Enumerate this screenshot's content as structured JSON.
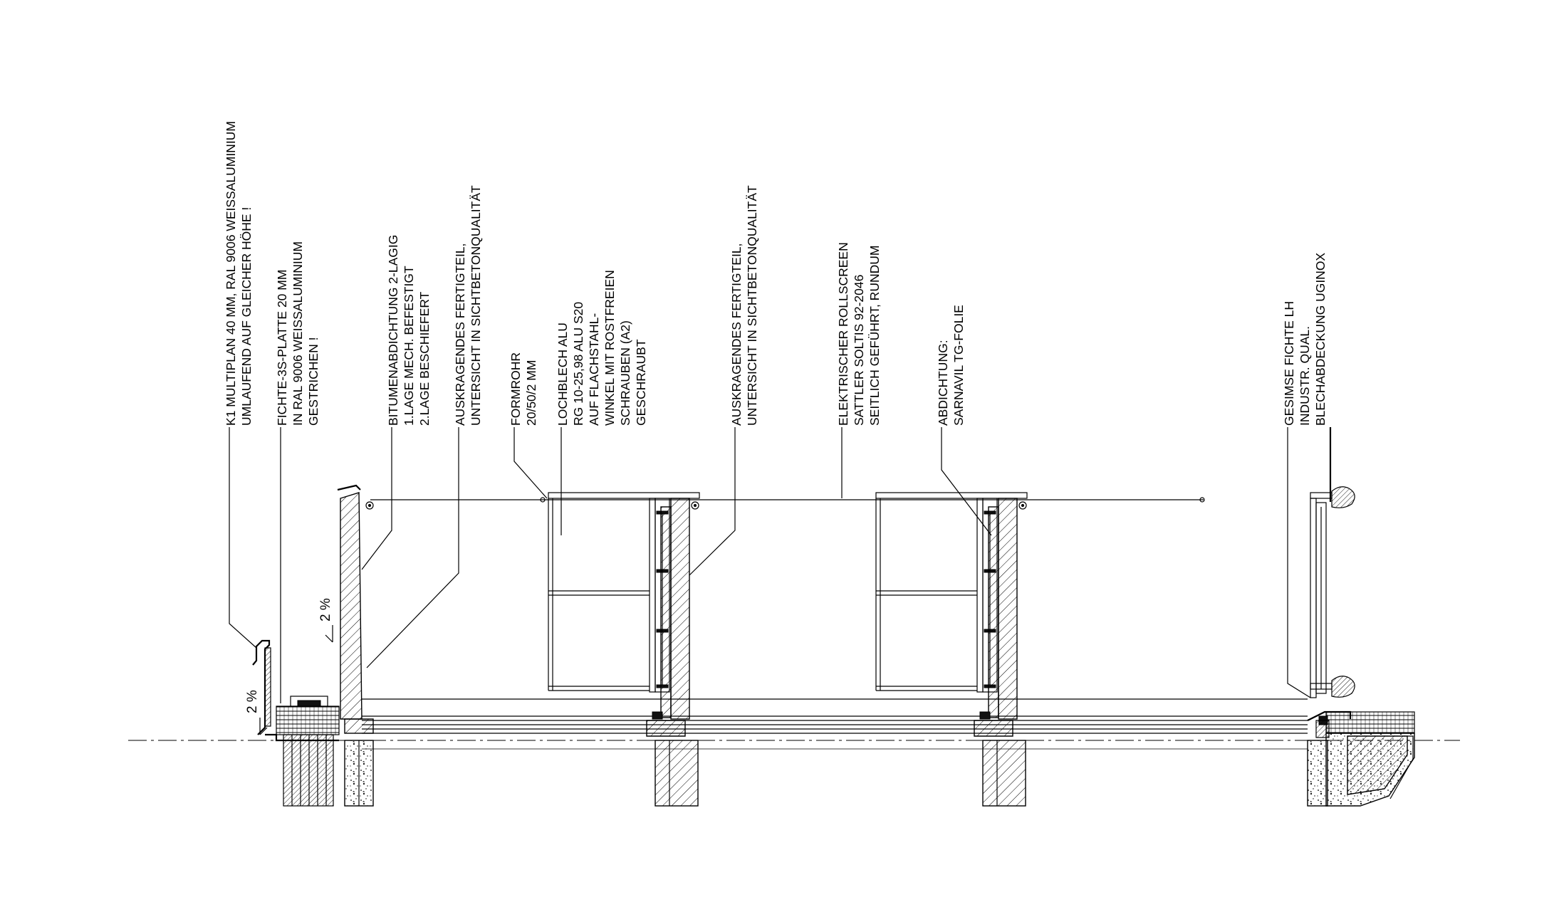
{
  "annotations": [
    {
      "id": "k1-multiplan",
      "lines": [
        "K1 MULTIPLAN 40 MM, RAL 9006 WEISSALUMINIUM",
        "UMLAUFEND AUF GLEICHER HÖHE !"
      ]
    },
    {
      "id": "fichte-3s",
      "lines": [
        "FICHTE-3S-PLATTE 20 MM",
        "IN RAL 9006 WEISSALUMINIUM",
        "GESTRICHEN !"
      ]
    },
    {
      "id": "bitumen",
      "lines": [
        "BITUMENABDICHTUNG 2-LAGIG",
        "1.LAGE MECH. BEFESTIGT",
        "2.LAGE BESCHIEFERT"
      ]
    },
    {
      "id": "fertigteil-1",
      "lines": [
        "AUSKRAGENDES FERTIGTEIL,",
        "UNTERSICHT IN SICHTBETONQUALITÄT"
      ]
    },
    {
      "id": "formrohr",
      "lines": [
        "FORMROHR",
        "20/50/2 MM"
      ]
    },
    {
      "id": "lochblech",
      "lines": [
        "LOCHBLECH ALU",
        "RG 10-25,98 ALU S20",
        "AUF FLACHSTAHL-",
        "WINKEL MIT ROSTFREIEN",
        "SCHRAUBEN (A2)",
        "GESCHRAUBT"
      ]
    },
    {
      "id": "fertigteil-2",
      "lines": [
        "AUSKRAGENDES FERTIGTEIL,",
        "UNTERSICHT IN SICHTBETONQUALITÄT"
      ]
    },
    {
      "id": "rollscreen",
      "lines": [
        "ELEKTRISCHER ROLLSCREEN",
        "SATTLER SOLTIS 92-2046",
        "SEITLICH GEFÜHRT, RUNDUM"
      ]
    },
    {
      "id": "abdichtung",
      "lines": [
        "ABDICHTUNG:",
        "SARNAVIL TG-FOLIE"
      ]
    },
    {
      "id": "gesimse",
      "lines": [
        "GESIMSE FICHTE LH",
        "INDUSTR. QUAL.",
        "BLECHABDECKUNG UGINOX"
      ]
    }
  ],
  "slopes": [
    "2 %",
    "2 %"
  ]
}
